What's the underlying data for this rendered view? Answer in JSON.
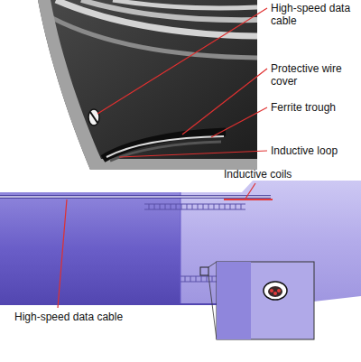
{
  "diagram": {
    "labels": [
      "High-speed data cable",
      "Protective wire cover",
      "Ferrite trough",
      "Inductive loop",
      "Inductive coils",
      "High-speed data cable"
    ]
  }
}
